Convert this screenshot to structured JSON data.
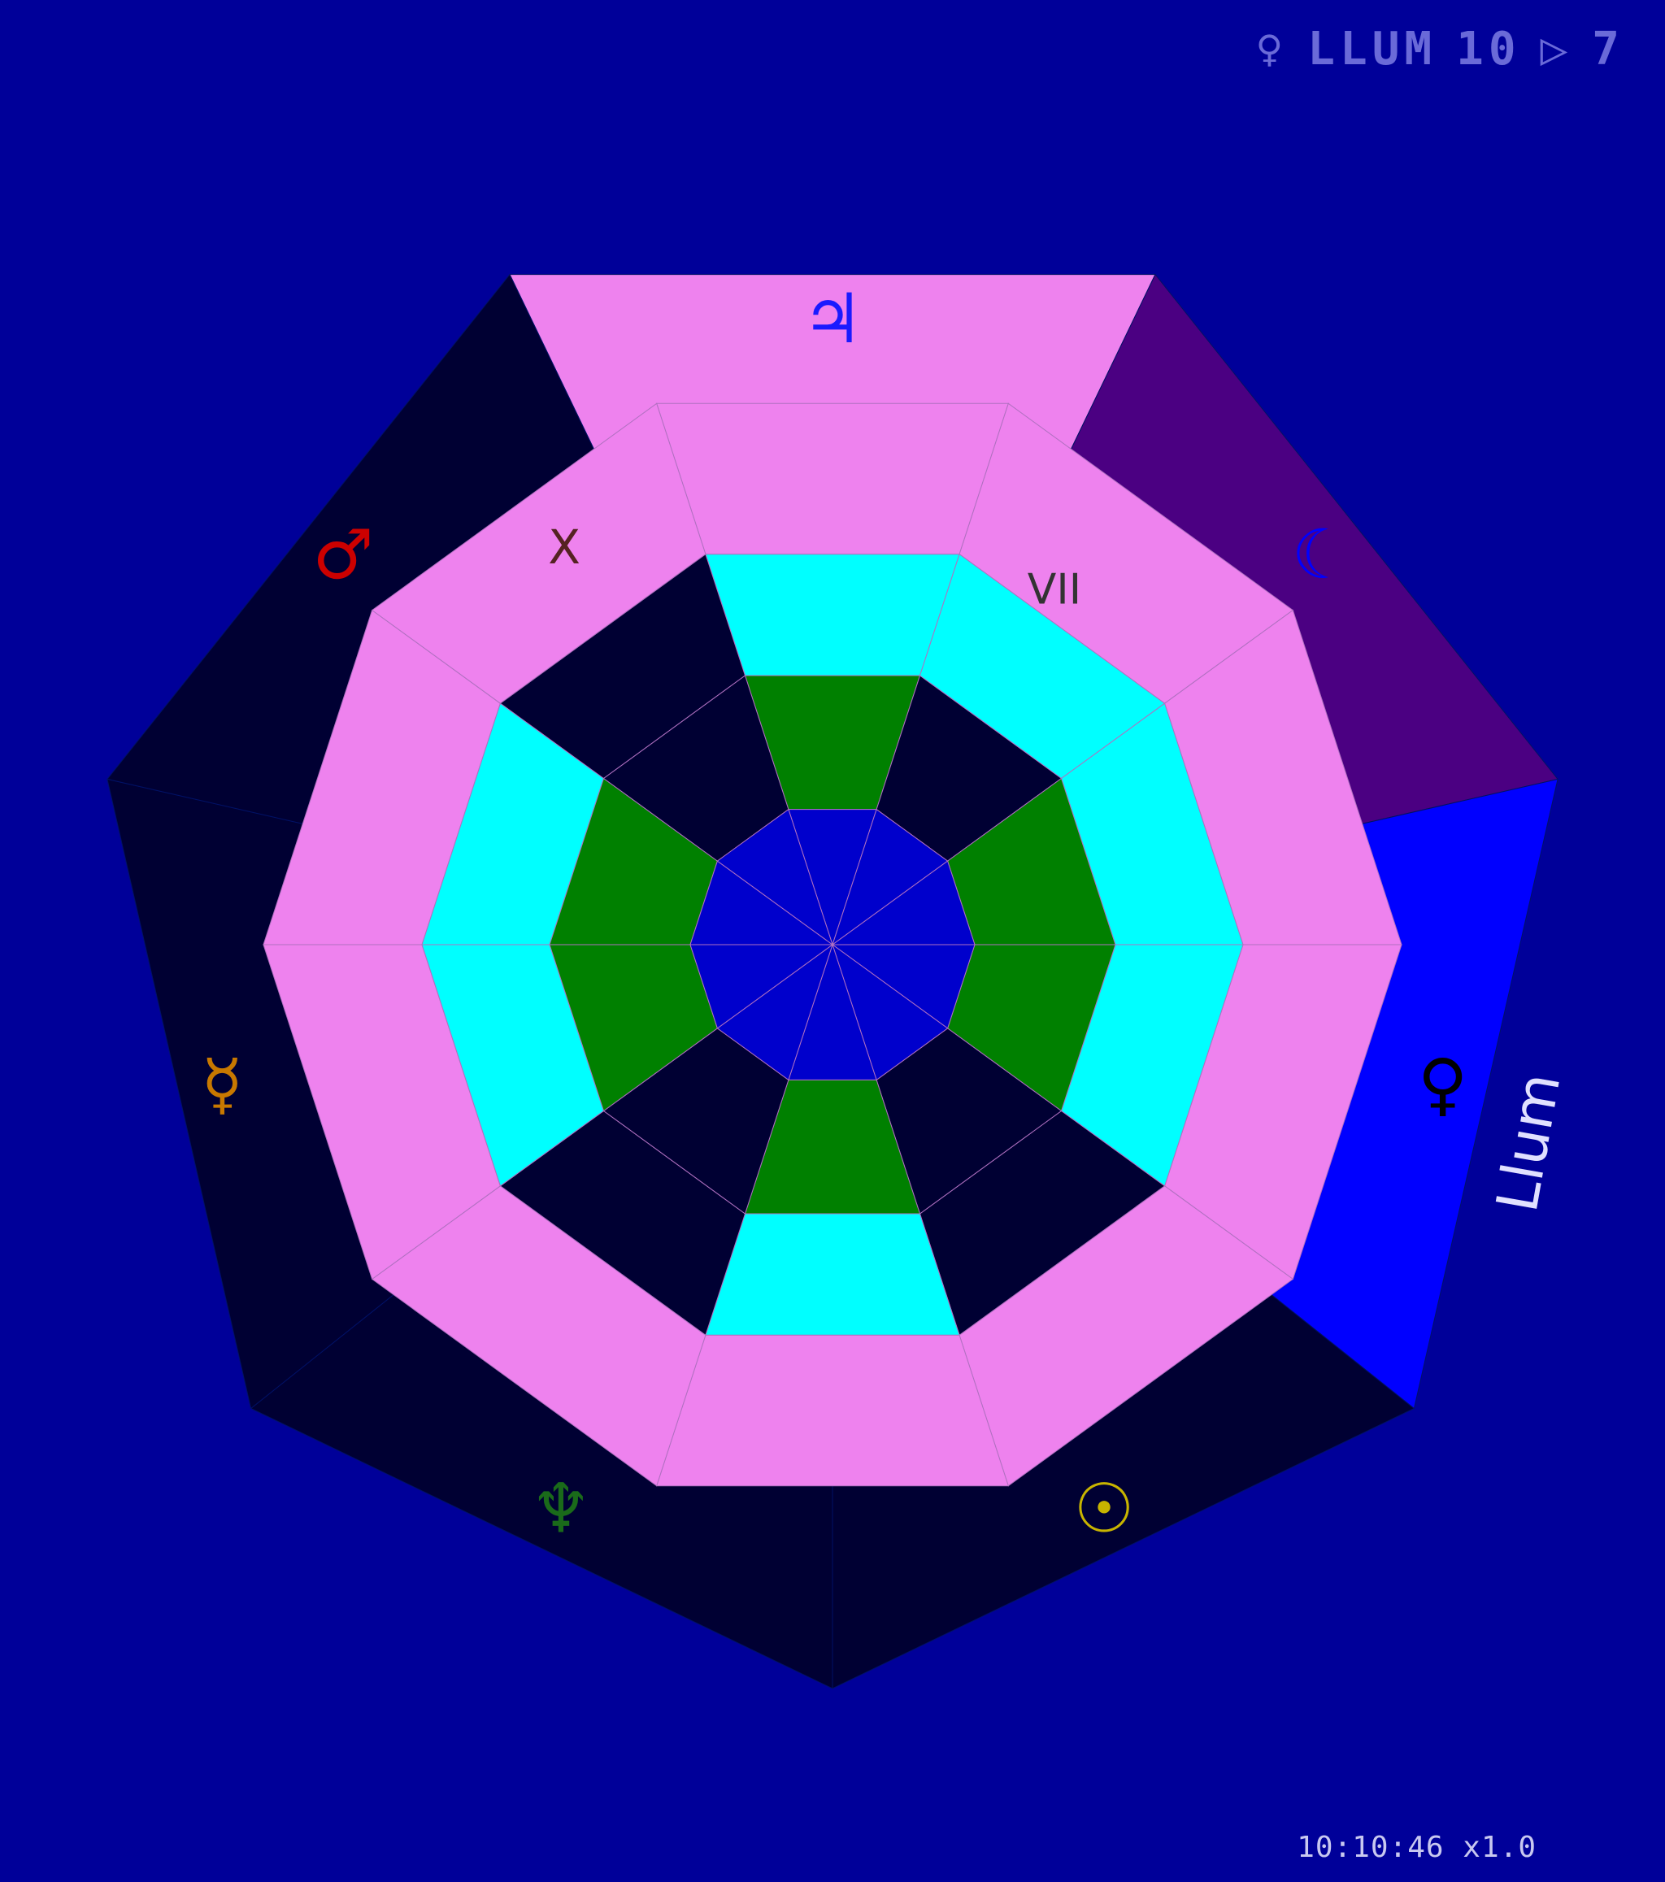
{
  "hud": {
    "player_symbol": "♀",
    "game_name": "LLUM",
    "level": "10",
    "arrow": "▷",
    "moves": "7",
    "clock": "10:10:46",
    "speed": "x1.0"
  },
  "colors": {
    "background": "#000099",
    "pink": "#ee82ee",
    "cyan": "#00ffff",
    "green": "#008000",
    "core": "#0000cc",
    "dark": "#000033",
    "purple": "#4b0082",
    "blue": "#0000ff"
  },
  "heptagon_sectors": [
    {
      "planet": "jupiter",
      "symbol": "♃",
      "color": "#ee82ee",
      "symbol_color": "#1a1aff"
    },
    {
      "planet": "moon",
      "symbol": "☾",
      "color": "#4b0082",
      "symbol_color": "#0000ff"
    },
    {
      "planet": "venus",
      "symbol": "♀",
      "color": "#0000ff",
      "symbol_color": "#000000",
      "label": "Llum"
    },
    {
      "planet": "sun",
      "symbol": "☉",
      "color": "#000033",
      "symbol_color": "#c8b400"
    },
    {
      "planet": "neptune",
      "symbol": "♆",
      "color": "#000033",
      "symbol_color": "#1a6a1a"
    },
    {
      "planet": "mercury",
      "symbol": "☿",
      "color": "#000033",
      "symbol_color": "#c87800"
    },
    {
      "planet": "mars",
      "symbol": "♂",
      "color": "#000033",
      "symbol_color": "#cc0000"
    }
  ],
  "decagon": {
    "ring_colors": {
      "outer": [
        "#ee82ee",
        "#ee82ee",
        "#ee82ee",
        "#ee82ee",
        "#ee82ee",
        "#ee82ee",
        "#ee82ee",
        "#ee82ee",
        "#ee82ee",
        "#ee82ee"
      ],
      "third": [
        "#00ffff",
        "#00ffff",
        "#00ffff",
        "#00ffff",
        "#000033",
        "#00ffff",
        "#000033",
        "#00ffff",
        "#00ffff",
        "#000033"
      ],
      "second": [
        "#008000",
        "#000033",
        "#008000",
        "#008000",
        "#000033",
        "#008000",
        "#000033",
        "#008000",
        "#008000",
        "#000033"
      ],
      "core": [
        "#0000cc",
        "#0000cc",
        "#0000cc",
        "#0000cc",
        "#0000cc",
        "#0000cc",
        "#0000cc",
        "#0000cc",
        "#0000cc",
        "#0000cc"
      ]
    },
    "labels": [
      {
        "text": "VII",
        "color": "#333333"
      },
      {
        "text": "X",
        "color": "#552222"
      }
    ]
  }
}
